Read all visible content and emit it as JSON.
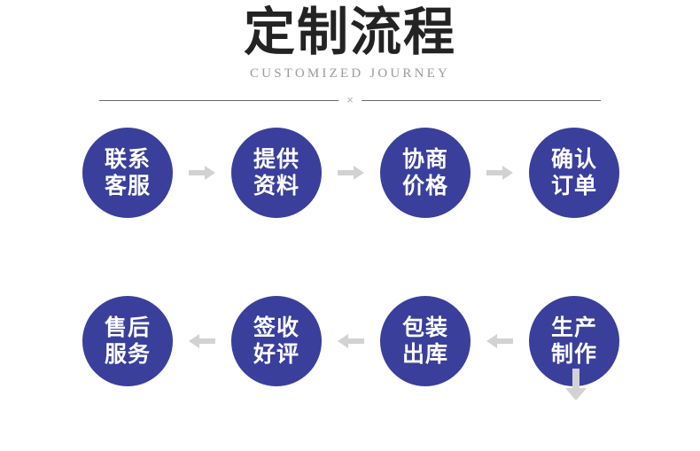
{
  "header": {
    "title": "定制流程",
    "subtitle": "CUSTOMIZED JOURNEY",
    "divider_mark": "×",
    "title_color": "#232323",
    "subtitle_color": "#9a9a9a",
    "divider_color": "#6a6a6a"
  },
  "theme": {
    "node_color": "#3a3f9c",
    "node_text_color": "#ffffff",
    "arrow_color": "#d2d2d2",
    "background": "#ffffff"
  },
  "flow": {
    "row1": [
      {
        "step": 1,
        "line1": "联系",
        "line2": "客服"
      },
      {
        "step": 2,
        "line1": "提供",
        "line2": "资料"
      },
      {
        "step": 3,
        "line1": "协商",
        "line2": "价格"
      },
      {
        "step": 4,
        "line1": "确认",
        "line2": "订单"
      }
    ],
    "row2": [
      {
        "step": 8,
        "line1": "售后",
        "line2": "服务"
      },
      {
        "step": 7,
        "line1": "签收",
        "line2": "好评"
      },
      {
        "step": 6,
        "line1": "包装",
        "line2": "出库"
      },
      {
        "step": 5,
        "line1": "生产",
        "line2": "制作"
      }
    ],
    "connectors": {
      "row1_direction": "right",
      "row2_direction": "left",
      "between_rows_direction": "down"
    }
  }
}
